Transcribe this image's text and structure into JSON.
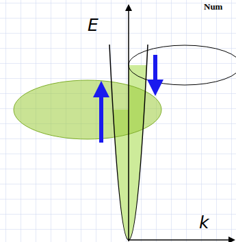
{
  "diagram": {
    "labels": [
      "E",
      "k",
      "Num"
    ]
  }
}
